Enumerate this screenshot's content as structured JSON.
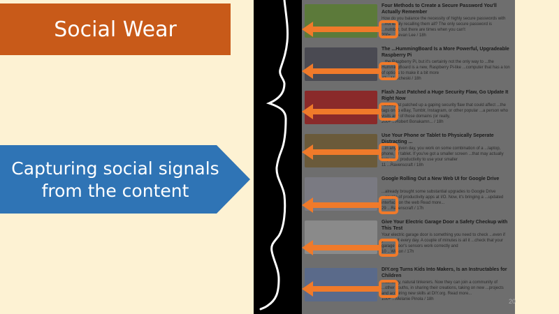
{
  "slide": {
    "title": "Social Wear",
    "callout_line1": "Capturing social signals",
    "callout_line2": "from the content",
    "page_number": "20"
  },
  "colors": {
    "title_bg": "#c85a19",
    "callout_bg": "#2f74b5",
    "arrow": "#f07a2a",
    "background": "#fdf2d3"
  },
  "feed": [
    {
      "title": "Four Methods to Create a Secure Password You'll Actually Remember",
      "body": "How do you balance the necessity of highly secure passwords with ...not easily recalling them all? The only secure password is ...number, but there are times when you can't",
      "meta": "200+ ...Kevan Lee / 18h",
      "thumb": "#5c7a3a"
    },
    {
      "title": "The ...HummingBoard Is a More Powerful, Upgradeable Raspberry Pi",
      "body": "...the Raspberry Pi, but it's certainly not the only way to ...the HummingBoard is a new, Raspberry Pi-like ...computer that has a ton of options to make it a bit more",
      "meta": "47 ...Moscheski / 18h",
      "thumb": "#4a4a52"
    },
    {
      "title": "Flash Just Patched a Huge Security Flaw, Go Update It Right Now",
      "body": "Adobe just patched up a gaping security flaw that could affect ...the tags on to eBay, Tumblr, Instagram, or other popular ...a person who visits any of those domains (or really,",
      "meta": "200+ ...Robert Bonakamn... / 18h",
      "thumb": "#8a2a2a"
    },
    {
      "title": "Use Your Phone or Tablet to Physically Seperate Distracting ...",
      "body": "...in any given day, you work on some combination of a ...laptop, phone, or tablet. If you've got a smaller screen ...that may actually help your productivity to use your smaller",
      "meta": "11 ...Ravenscraft / 18h",
      "thumb": "#6a5a3a"
    },
    {
      "title": "Google Rolling Out a New Web UI for Google Drive",
      "body": "...already brought some substantial upgrades to Google Drive ...couple of productivity apps at I/O. Now, it's bringing a ...updated interface on the web Read more...",
      "meta": "29 ...Ravenscraft / 17h",
      "thumb": "#7a7a82"
    },
    {
      "title": "Give Your Electric Garage Door a Safety Checkup with This Test",
      "body": "Your electric garage door is something you need to check ...even if you use it every day. A couple of minutes is all it ...check that your garage door's sensors work correctly and",
      "meta": "10 ...Wilson / 17h",
      "thumb": "#8a8a8a"
    },
    {
      "title": "DIY.org Turns Kids Into Makers, Is an Instructables for Children",
      "body": "...curiosity, natural tinkerers. Now they can join a community of ...other youths, in sharing their creations, taking on new ...projects and acquiring new skills at DIY.org. Read more...",
      "meta": "100+ ...Melanie Pinola / 18h",
      "thumb": "#5a6a8a"
    }
  ]
}
